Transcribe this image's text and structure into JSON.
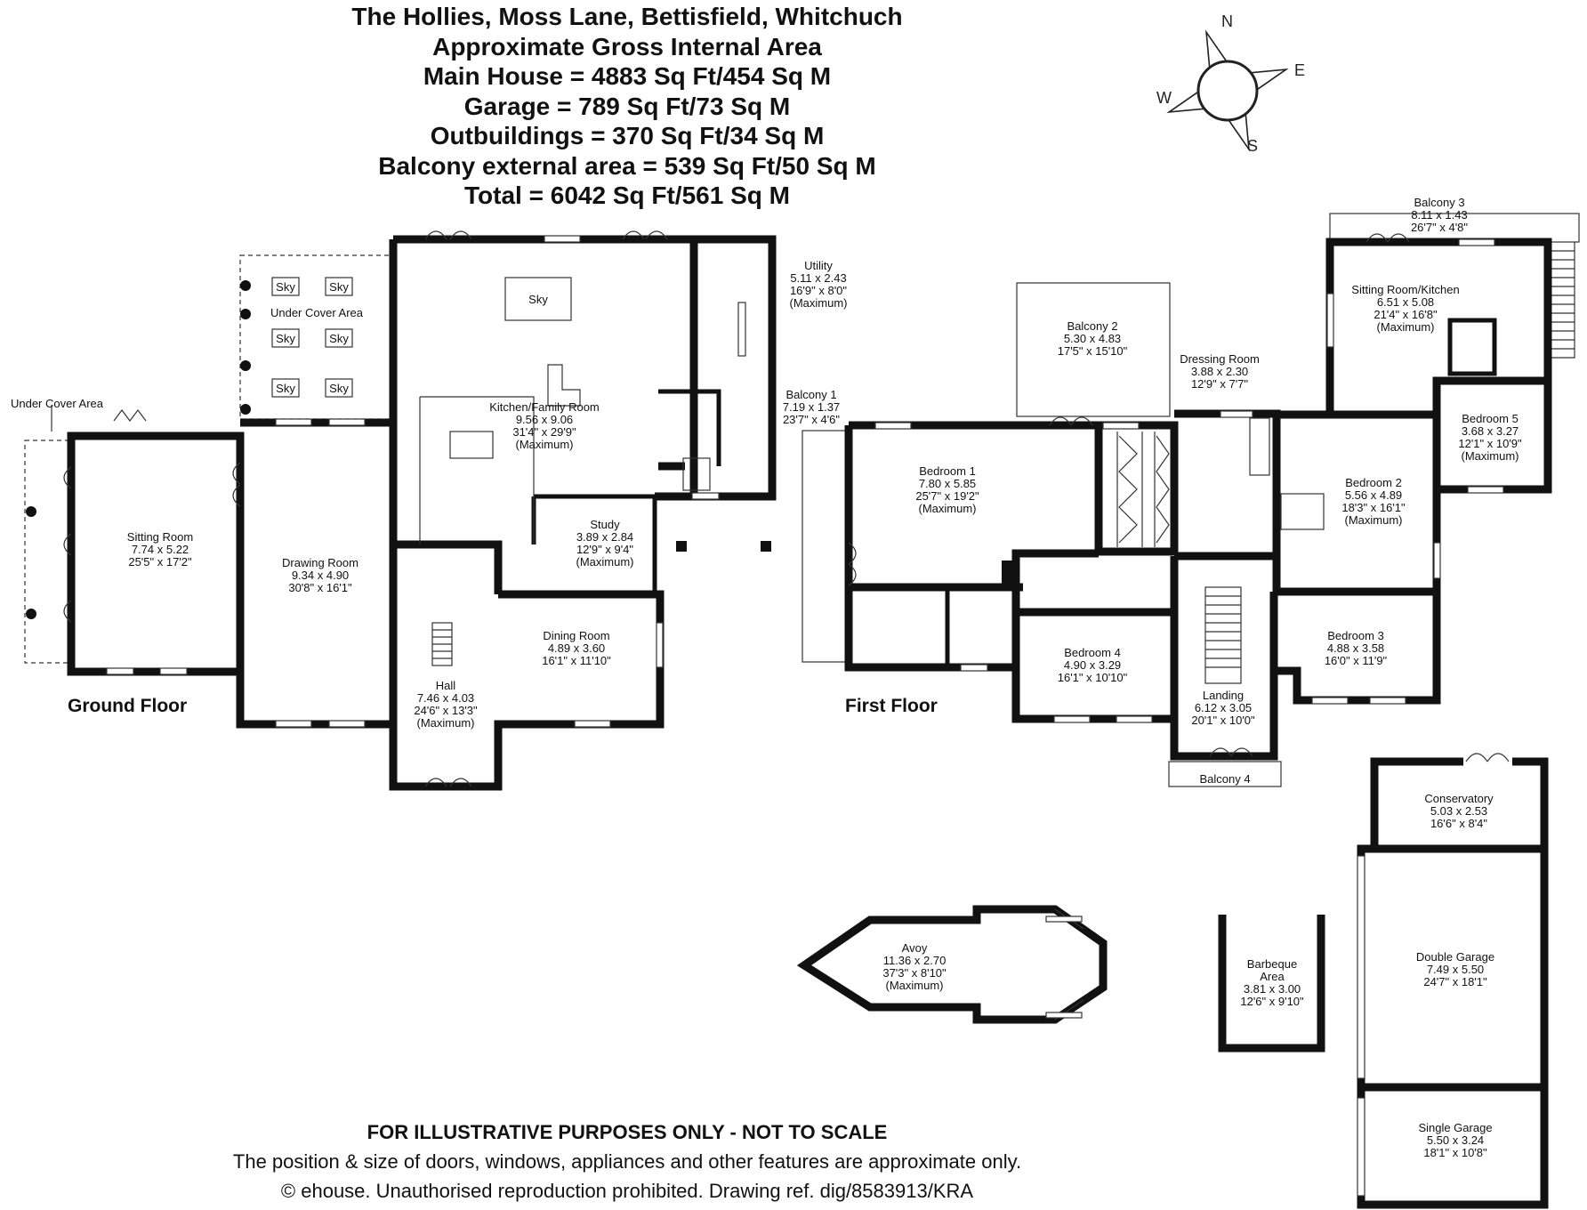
{
  "header": {
    "line1": "The Hollies, Moss Lane, Bettisfield, Whitchuch",
    "line2": "Approximate Gross Internal Area",
    "line3": "Main House = 4883 Sq Ft/454 Sq M",
    "line4": "Garage = 789 Sq Ft/73 Sq M",
    "line5": "Outbuildings = 370 Sq Ft/34 Sq M",
    "line6": "Balcony external area = 539 Sq Ft/50 Sq M",
    "line7": "Total = 6042 Sq Ft/561 Sq M"
  },
  "compass": {
    "n": "N",
    "e": "E",
    "s": "S",
    "w": "W",
    "icon": "compass-rose-icon"
  },
  "floors": {
    "ground": "Ground Floor",
    "first": "First Floor"
  },
  "ground": {
    "undercover_top": {
      "l1": "Under Cover Area"
    },
    "sky1": "Sky",
    "sky2": "Sky",
    "sky3": "Sky",
    "sky4": "Sky",
    "sky5": "Sky",
    "sky6": "Sky",
    "sky7": "Sky",
    "undercover_left": {
      "l1": "Under Cover Area"
    },
    "sitting": {
      "l1": "Sitting Room",
      "l2": "7.74 x 5.22",
      "l3": "25'5\" x 17'2\""
    },
    "drawing": {
      "l1": "Drawing Room",
      "l2": "9.34 x 4.90",
      "l3": "30'8\" x 16'1\""
    },
    "kitchen": {
      "l1": "Kitchen/Family Room",
      "l2": "9.56 x 9.06",
      "l3": "31'4\" x 29'9\"",
      "l4": "(Maximum)"
    },
    "utility": {
      "l1": "Utility",
      "l2": "5.11 x 2.43",
      "l3": "16'9\" x 8'0\"",
      "l4": "(Maximum)"
    },
    "study": {
      "l1": "Study",
      "l2": "3.89 x 2.84",
      "l3": "12'9\" x 9'4\"",
      "l4": "(Maximum)"
    },
    "dining": {
      "l1": "Dining Room",
      "l2": "4.89 x 3.60",
      "l3": "16'1\" x 11'10\""
    },
    "hall": {
      "l1": "Hall",
      "l2": "7.46 x 4.03",
      "l3": "24'6\" x 13'3\"",
      "l4": "(Maximum)"
    }
  },
  "first": {
    "balcony1": {
      "l1": "Balcony 1",
      "l2": "7.19 x 1.37",
      "l3": "23'7\" x 4'6\""
    },
    "balcony2": {
      "l1": "Balcony 2",
      "l2": "5.30 x 4.83",
      "l3": "17'5\" x 15'10\""
    },
    "balcony3": {
      "l1": "Balcony 3",
      "l2": "8.11 x 1.43",
      "l3": "26'7\" x 4'8\""
    },
    "balcony4": {
      "l1": "Balcony 4"
    },
    "bedroom1": {
      "l1": "Bedroom 1",
      "l2": "7.80 x 5.85",
      "l3": "25'7\" x 19'2\"",
      "l4": "(Maximum)"
    },
    "dressing": {
      "l1": "Dressing Room",
      "l2": "3.88 x 2.30",
      "l3": "12'9\" x 7'7\""
    },
    "sittingkitchen": {
      "l1": "Sitting Room/Kitchen",
      "l2": "6.51 x 5.08",
      "l3": "21'4\" x 16'8\"",
      "l4": "(Maximum)"
    },
    "bedroom5": {
      "l1": "Bedroom 5",
      "l2": "3.68 x 3.27",
      "l3": "12'1\" x 10'9\"",
      "l4": "(Maximum)"
    },
    "bedroom2": {
      "l1": "Bedroom 2",
      "l2": "5.56 x 4.89",
      "l3": "18'3\" x 16'1\"",
      "l4": "(Maximum)"
    },
    "bedroom3": {
      "l1": "Bedroom 3",
      "l2": "4.88 x 3.58",
      "l3": "16'0\" x 11'9\""
    },
    "bedroom4": {
      "l1": "Bedroom 4",
      "l2": "4.90 x 3.29",
      "l3": "16'1\" x 10'10\""
    },
    "landing": {
      "l1": "Landing",
      "l2": "6.12 x 3.05",
      "l3": "20'1\" x 10'0\""
    }
  },
  "outbuildings": {
    "avoy": {
      "l1": "Avoy",
      "l2": "11.36 x 2.70",
      "l3": "37'3\" x 8'10\"",
      "l4": "(Maximum)"
    },
    "barbeque": {
      "l1": "Barbeque",
      "l2": "Area",
      "l3": "3.81 x 3.00",
      "l4": "12'6\" x 9'10\""
    },
    "conservatory": {
      "l1": "Conservatory",
      "l2": "5.03 x 2.53",
      "l3": "16'6\" x 8'4\""
    },
    "doublegarage": {
      "l1": "Double Garage",
      "l2": "7.49 x 5.50",
      "l3": "24'7\" x 18'1\""
    },
    "singlegarage": {
      "l1": "Single Garage",
      "l2": "5.50 x 3.24",
      "l3": "18'1\" x 10'8\""
    }
  },
  "footer": {
    "line1": "FOR ILLUSTRATIVE PURPOSES ONLY - NOT TO SCALE",
    "line2": "The position & size of doors, windows, appliances and other features are approximate only.",
    "line3": "© ehouse. Unauthorised reproduction prohibited. Drawing ref. dig/8583913/KRA"
  }
}
